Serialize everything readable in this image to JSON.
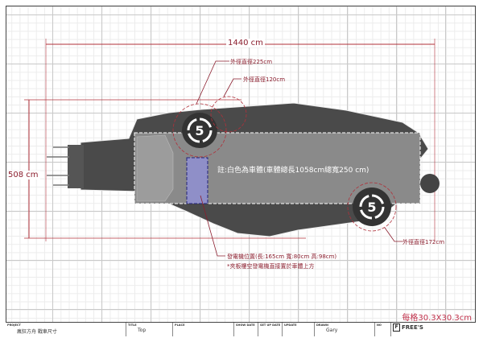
{
  "dimensions": {
    "overall_length": "1440 cm",
    "overall_width": "508 cm"
  },
  "callouts": {
    "wheel_front_outer": "外徑直徑225cm",
    "wheel_front_inner": "外徑直徑120cm",
    "wheel_rear": "外徑直徑172cm",
    "generator": "發電機位置(長:165cm 寬:80cm 高:98cm)",
    "generator_note": "*夾板樓空發電機直接置於車體上方"
  },
  "body_note": "註:白色為車體(車體總長1058cm總寬250 cm)",
  "wheel_number": "5",
  "grid_scale": "每格30.3X30.3cm",
  "title_block": {
    "project_label": "PROJECT",
    "project": "瘋狂方舟 戰車尺寸",
    "title_label": "TITLE",
    "title": "Top",
    "place_label": "PLACE",
    "show_date_label": "SHOW DATE",
    "set_up_label": "SET UP DATE",
    "update_label": "UPDATE",
    "drawn_label": "DRAWN",
    "drawn": "Gary",
    "no_label": "NO",
    "company": "FREE'S"
  },
  "colors": {
    "dimension": "#8b1e2e",
    "hull": "#4a4a4a",
    "body": "#8a8a8a",
    "generator": "#8f8fc8"
  }
}
